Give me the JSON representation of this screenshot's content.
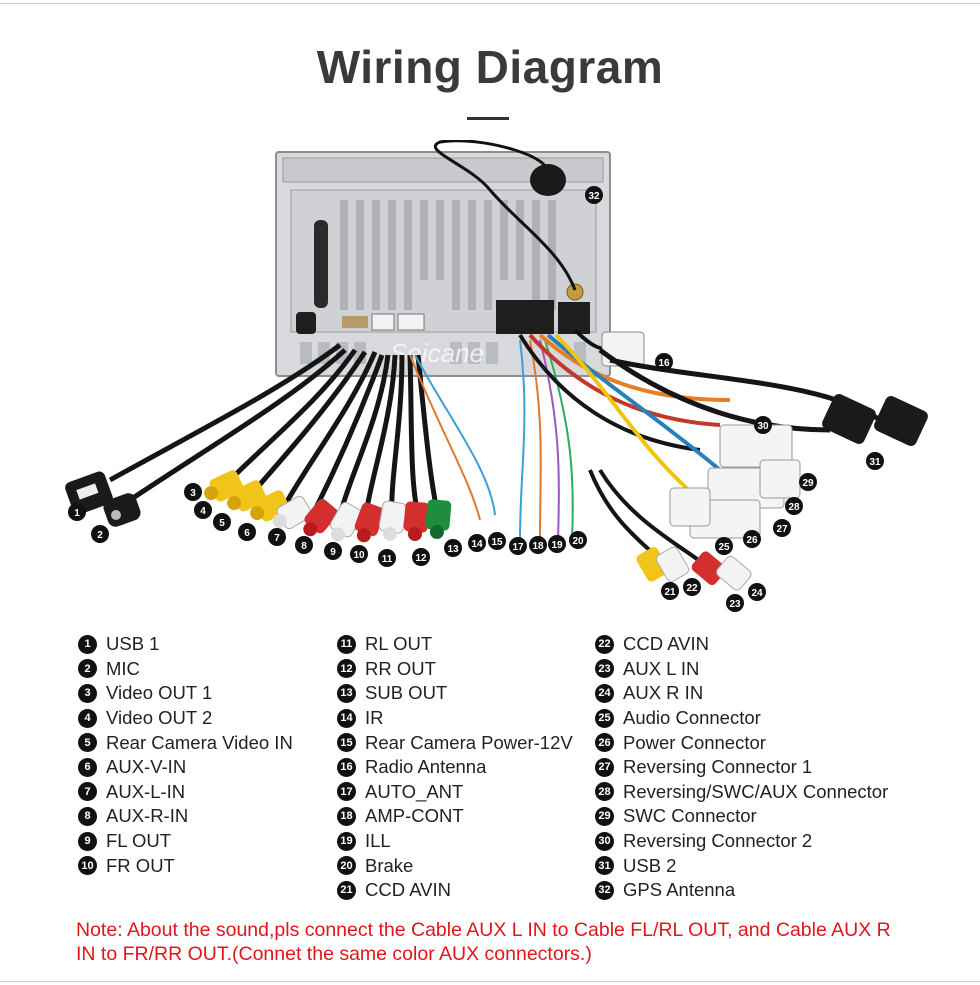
{
  "title": "Wiring Diagram",
  "watermark": "Seicane",
  "colors": {
    "note": "#e0161b",
    "title": "#3a3a3a",
    "badge": "#111111"
  },
  "legend": {
    "col1": [
      {
        "n": "1",
        "label": "USB 1"
      },
      {
        "n": "2",
        "label": "MIC"
      },
      {
        "n": "3",
        "label": "Video OUT 1"
      },
      {
        "n": "4",
        "label": "Video OUT 2"
      },
      {
        "n": "5",
        "label": "Rear Camera Video IN"
      },
      {
        "n": "6",
        "label": "AUX-V-IN"
      },
      {
        "n": "7",
        "label": "AUX-L-IN"
      },
      {
        "n": "8",
        "label": "AUX-R-IN"
      },
      {
        "n": "9",
        "label": "FL OUT"
      },
      {
        "n": "10",
        "label": "FR OUT"
      }
    ],
    "col2": [
      {
        "n": "11",
        "label": "RL OUT"
      },
      {
        "n": "12",
        "label": "RR OUT"
      },
      {
        "n": "13",
        "label": "SUB OUT"
      },
      {
        "n": "14",
        "label": "IR"
      },
      {
        "n": "15",
        "label": "Rear Camera Power-12V"
      },
      {
        "n": "16",
        "label": "Radio Antenna"
      },
      {
        "n": "17",
        "label": "AUTO_ANT"
      },
      {
        "n": "18",
        "label": "AMP-CONT"
      },
      {
        "n": "19",
        "label": "ILL"
      },
      {
        "n": "20",
        "label": "Brake"
      },
      {
        "n": "21",
        "label": "CCD AVIN"
      }
    ],
    "col3": [
      {
        "n": "22",
        "label": "CCD AVIN"
      },
      {
        "n": "23",
        "label": "AUX L IN"
      },
      {
        "n": "24",
        "label": "AUX R IN"
      },
      {
        "n": "25",
        "label": "Audio Connector"
      },
      {
        "n": "26",
        "label": "Power Connector"
      },
      {
        "n": "27",
        "label": "Reversing Connector 1"
      },
      {
        "n": "28",
        "label": "Reversing/SWC/AUX Connector"
      },
      {
        "n": "29",
        "label": "SWC Connector"
      },
      {
        "n": "30",
        "label": "Reversing Connector 2"
      },
      {
        "n": "31",
        "label": "USB 2"
      },
      {
        "n": "32",
        "label": "GPS Antenna"
      }
    ]
  },
  "note": "Note: About the sound,pls connect the Cable AUX L IN to Cable FL/RL OUT, and Cable AUX R IN to  FR/RR OUT.(Connet the same color AUX connectors.)"
}
